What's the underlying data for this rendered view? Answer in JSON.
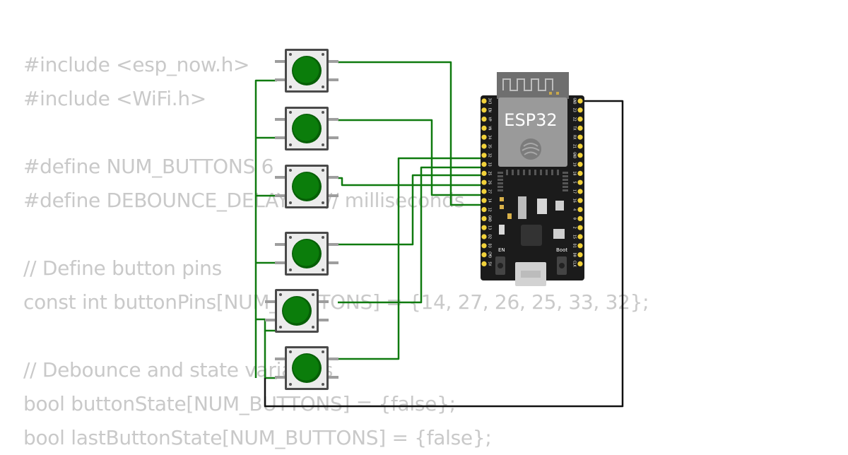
{
  "code_lines": [
    "#include <esp_now.h>",
    "#include <WiFi.h>",
    "",
    "#define NUM_BUTTONS 6",
    "#define DEBOUNCE_DELAY 50 // milliseconds",
    "",
    "// Define button pins",
    "const int buttonPins[NUM_BUTTONS] = {14, 27, 26, 25, 33, 32};",
    "",
    "// Debounce and state variables",
    "bool buttonState[NUM_BUTTONS] = {false};",
    "bool lastButtonState[NUM_BUTTONS] = {false};"
  ],
  "board": {
    "title": "ESP32",
    "en_label": "EN",
    "boot_label": "Boot",
    "left_pins": [
      "3V3",
      "EN",
      "VP",
      "VN",
      "34",
      "35",
      "32",
      "33",
      "25",
      "26",
      "27",
      "14",
      "12",
      "GND",
      "13",
      "D2",
      "D3",
      "CMD",
      "5V"
    ],
    "right_pins": [
      "GND",
      "23",
      "22",
      "TX",
      "RX",
      "21",
      "GND",
      "19",
      "18",
      "5",
      "17",
      "16",
      "4",
      "0",
      "2",
      "15",
      "D1",
      "D0",
      "CLK"
    ]
  },
  "colors": {
    "wire_green": "#0f7a0f",
    "wire_black": "#111111",
    "button_cap": "#0b7d0b",
    "board": "#1b1b1b",
    "pin_yellow": "#f2d23a"
  },
  "buttons": [
    {
      "name": "push-button-1"
    },
    {
      "name": "push-button-2"
    },
    {
      "name": "push-button-3"
    },
    {
      "name": "push-button-4"
    },
    {
      "name": "push-button-5"
    },
    {
      "name": "push-button-6"
    }
  ]
}
